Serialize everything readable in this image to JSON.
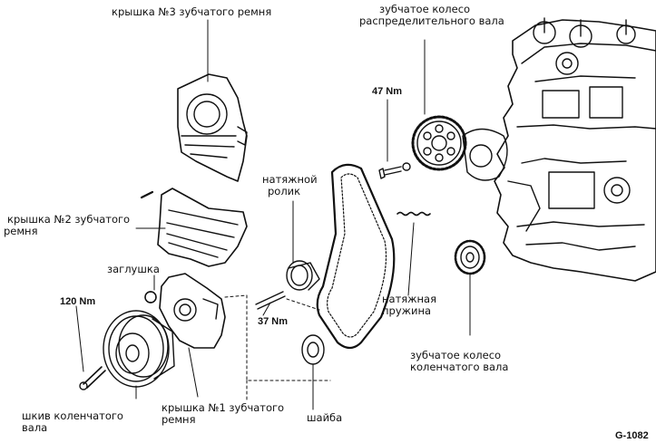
{
  "labels": {
    "cover3": "крышка №3 зубчатого ремня",
    "cam_gear_1": "зубчатое колесо",
    "cam_gear_2": "распределительного вала",
    "torque_47": "47 Nm",
    "tensioner_1": "натяжной",
    "tensioner_2": "ролик",
    "cover2_1": "крышка №2 зубчатого",
    "cover2_2": "ремня",
    "plug": "заглушка",
    "torque_120": "120 Nm",
    "torque_37": "37 Nm",
    "spring_1": "натяжная",
    "spring_2": "пружина",
    "crank_gear_1": "зубчатое колесо",
    "crank_gear_2": "коленчатого вала",
    "pulley_1": "шкив коленчатого",
    "pulley_2": "вала",
    "cover1_1": "крышка №1 зубчатого",
    "cover1_2": "ремня",
    "washer": "шайба",
    "figure_code": "G-1082"
  },
  "colors": {
    "ink": "#111111",
    "background": "#ffffff"
  }
}
